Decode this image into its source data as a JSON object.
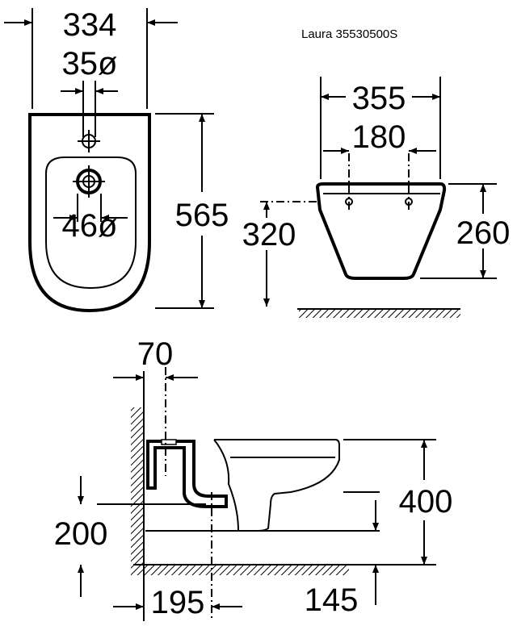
{
  "model_label": "Laura 35530500S",
  "top_view": {
    "width": "334",
    "tap_hole": "35ø",
    "drain": "46ø",
    "length": "565"
  },
  "front_view": {
    "width": "355",
    "fixing_distance": "180",
    "height": "260",
    "fixing_height": "320"
  },
  "side_view": {
    "wall_offset": "70",
    "height": "400",
    "drain_height": "200",
    "drain_offset": "195",
    "bowl_bottom": "145"
  },
  "colors": {
    "ink": "#000000",
    "paper": "#ffffff"
  }
}
